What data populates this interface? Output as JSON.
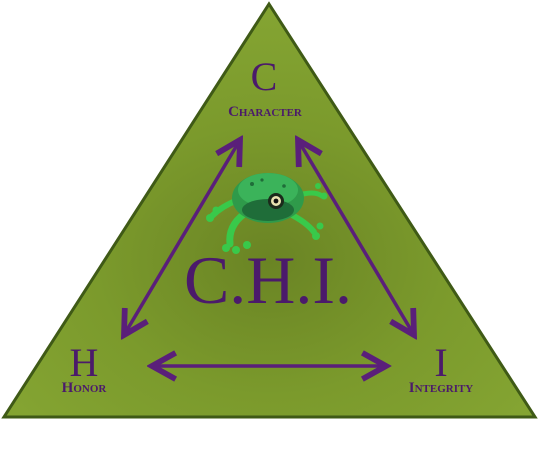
{
  "diagram": {
    "vertices": [
      {
        "letter": "C",
        "word": "Character"
      },
      {
        "letter": "H",
        "word": "Honor"
      },
      {
        "letter": "I",
        "word": "Integrity"
      }
    ],
    "center_text": "C.H.I.",
    "mascot_icon": "frog-icon",
    "colors": {
      "triangle_fill": "#7f9c2e",
      "triangle_dark": "#6a8424",
      "triangle_stroke": "#3f5a16",
      "text_purple": "#4b1a6b",
      "arrow_purple": "#5a1f7a",
      "frog_green": "#39c94a",
      "frog_dark": "#1f6d39"
    }
  }
}
